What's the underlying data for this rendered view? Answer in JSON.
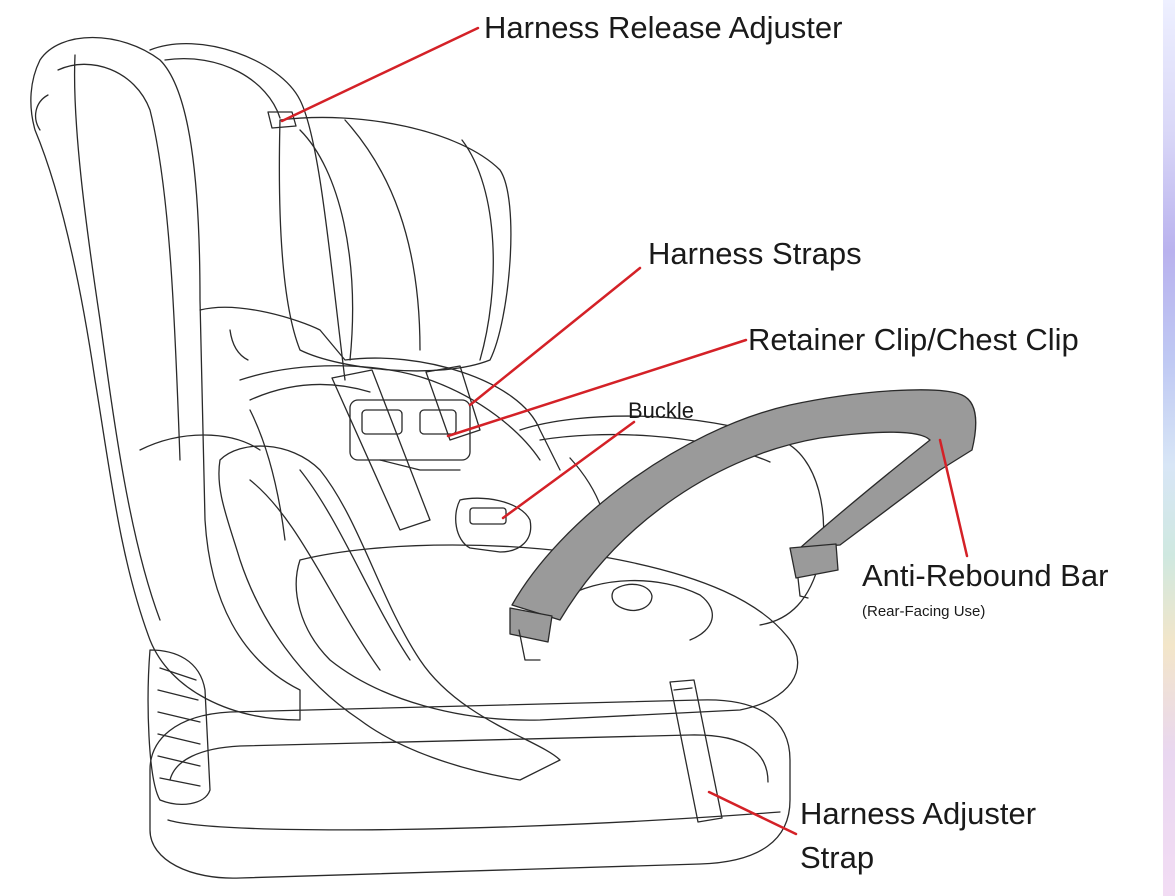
{
  "diagram": {
    "labels": {
      "harness_release_adjuster": "Harness Release Adjuster",
      "harness_straps": "Harness Straps",
      "retainer_clip": "Retainer Clip/Chest Clip",
      "buckle": "Buckle",
      "anti_rebound_bar": "Anti-Rebound Bar",
      "anti_rebound_note": "(Rear-Facing Use)",
      "harness_adjuster_strap_line1": "Harness Adjuster",
      "harness_adjuster_strap_line2": "Strap"
    },
    "colors": {
      "leader_line": "#d42127",
      "outline": "#2a2a2a",
      "bar_fill": "#9a9a9a",
      "background": "#ffffff"
    }
  }
}
